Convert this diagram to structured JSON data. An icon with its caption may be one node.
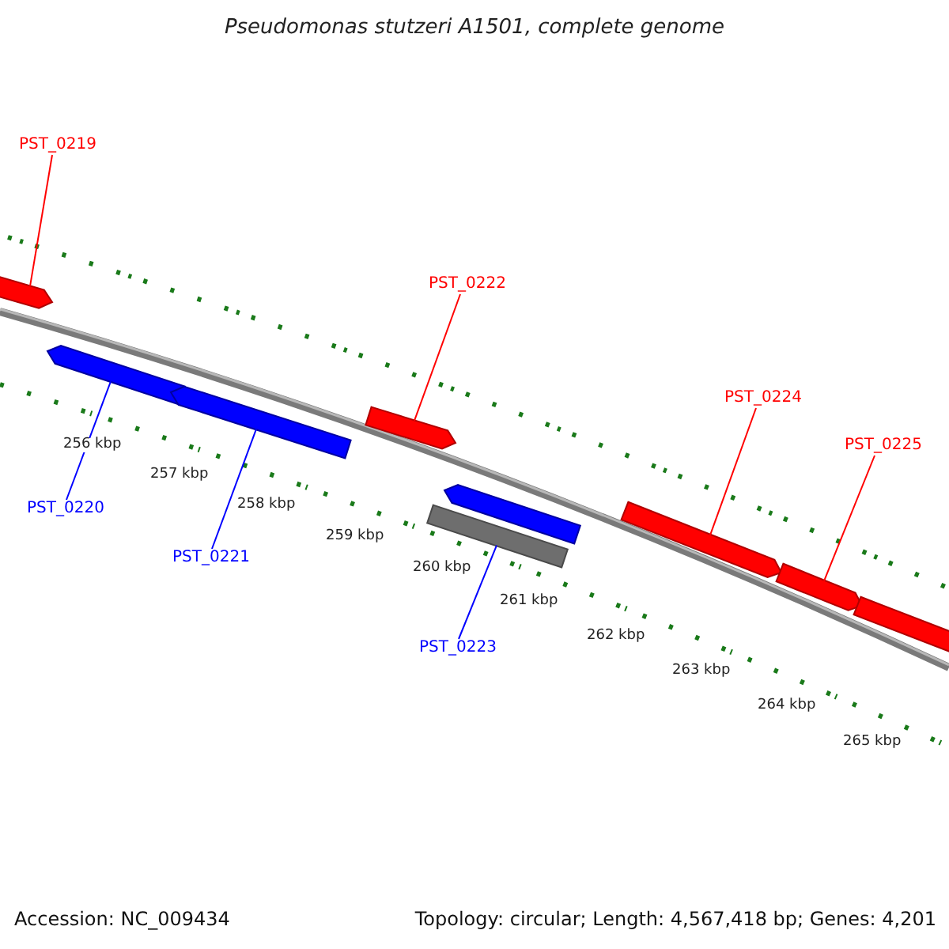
{
  "diagram": {
    "title": "Pseudomonas stutzeri A1501, complete genome",
    "nodes": [
      {
        "text": [
          "PST_0219"
        ]
      },
      {
        "text": [],
        "shape": "arrow"
      },
      {
        "text": [
          "PST_0222"
        ]
      },
      {
        "text": [
          "PST_0224"
        ]
      },
      {
        "text": [
          "PST_0225"
        ]
      },
      {
        "text": [
          "PST_0220"
        ]
      },
      {
        "text": [
          "PST_0221"
        ]
      },
      {
        "text": [
          "PST_0223"
        ]
      },
      {
        "text": [],
        "shape": "arrow"
      },
      {
        "text": [],
        "shape": "arrow"
      },
      {
        "text": [],
        "shape": "arrow"
      },
      {
        "text": [],
        "shape": "arrow"
      },
      {
        "text": [],
        "shape": "bar"
      },
      {
        "text": [],
        "shape": "arrow"
      },
      {
        "text": [],
        "shape": "arrow"
      },
      {
        "text": [],
        "shape": "arrow"
      }
    ],
    "edges": [
      {
        "from": 0,
        "to": 1,
        "arrow": "none"
      },
      {
        "from": 2,
        "to": 10,
        "arrow": "none"
      },
      {
        "from": 3,
        "to": 13,
        "arrow": "none"
      },
      {
        "from": 4,
        "to": 14,
        "arrow": "none"
      },
      {
        "from": 5,
        "to": 8,
        "arrow": "none",
        "color": "#0000ff"
      },
      {
        "from": 6,
        "to": 9,
        "arrow": "none",
        "color": "#0000ff"
      },
      {
        "from": 7,
        "to": 12,
        "arrow": "none",
        "color": "#0000ff"
      }
    ],
    "labels": [
      "256 kbp",
      "257 kbp",
      "258 kbp",
      "259 kbp",
      "260 kbp",
      "261 kbp",
      "262 kbp",
      "263 kbp",
      "264 kbp",
      "265 kbp",
      "Accession: NC_009434",
      "Topology: circular; Length: 4,567,418 bp; Genes: 4,201"
    ]
  }
}
